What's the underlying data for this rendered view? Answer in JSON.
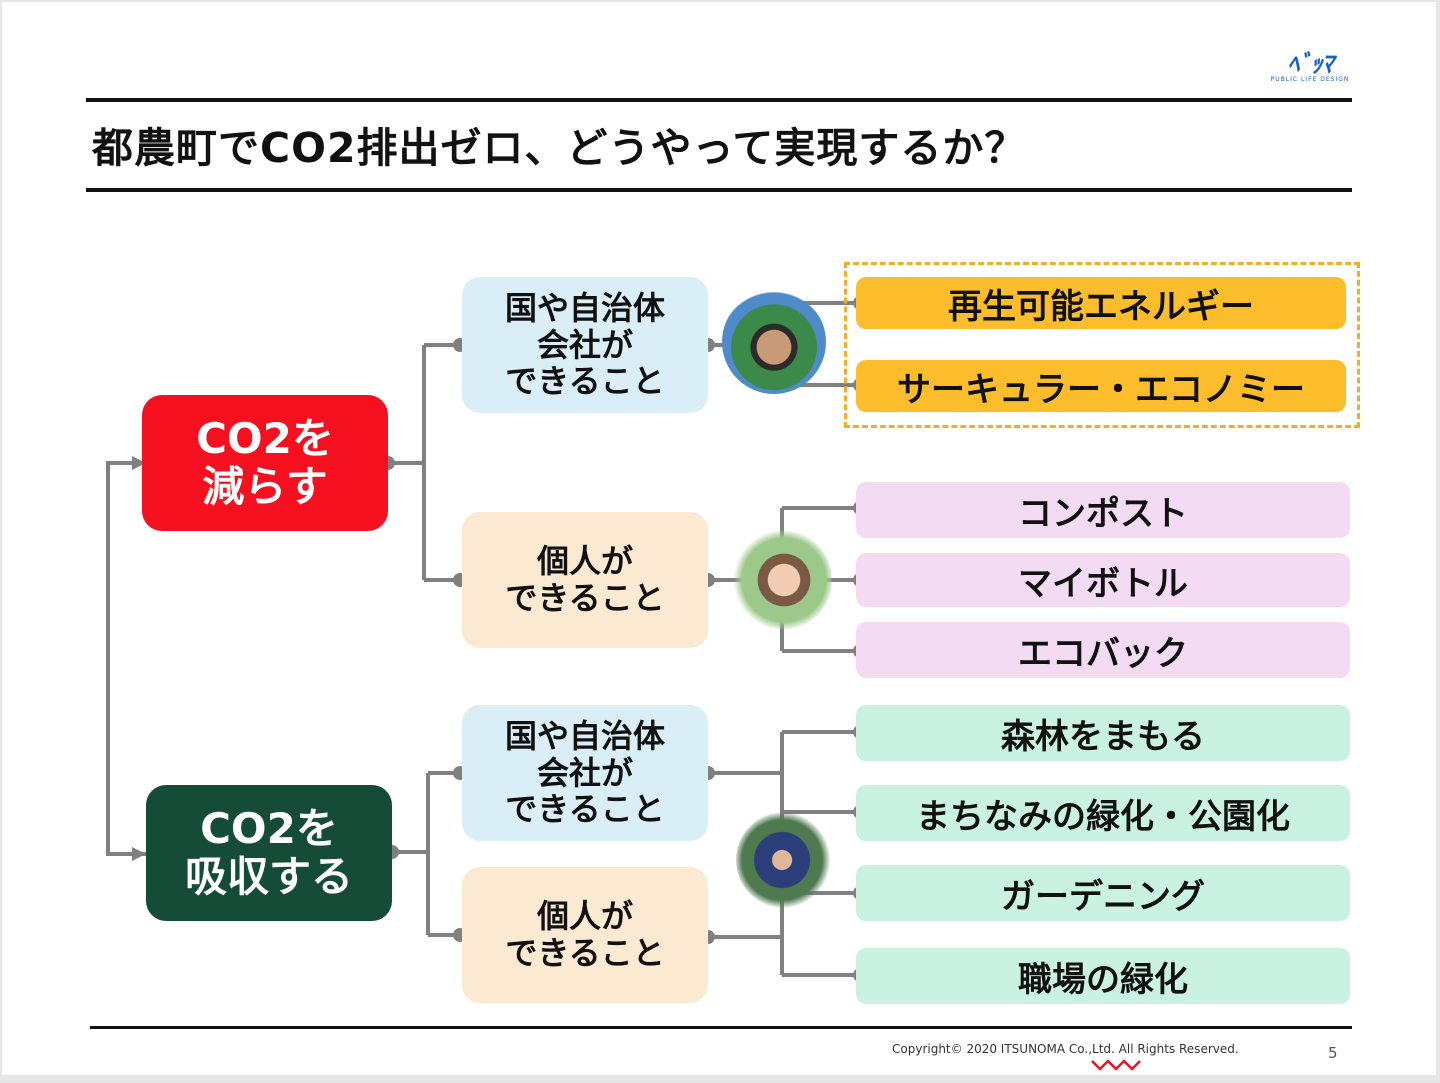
{
  "slide": {
    "title": "都農町でCO2排出ゼロ、どうやって実現するか？",
    "logo": {
      "mark": "ﾍﾞｯﾏ",
      "tagline": "PUBLIC LIFE DESIGN"
    },
    "footer": {
      "copyright": "Copyright© 2020 ITSUNOMA Co.,Ltd.  All Rights Reserved.",
      "page_number": "5"
    }
  },
  "diagram": {
    "roots": [
      {
        "label_line1": "CO2を",
        "label_line2": "減らす",
        "color": "#f4101e"
      },
      {
        "label_line1": "CO2を",
        "label_line2": "吸収する",
        "color": "#154c37"
      }
    ],
    "branches": [
      {
        "line1": "国や自治体",
        "line2": "会社が",
        "line3": "できること",
        "color": "#d9eef6"
      },
      {
        "line1": "個人が",
        "line2": "できること",
        "color": "#fce9d2"
      },
      {
        "line1": "国や自治体",
        "line2": "会社が",
        "line3": "できること",
        "color": "#d9eef6"
      },
      {
        "line1": "個人が",
        "line2": "できること",
        "color": "#fce9d2"
      }
    ],
    "leaves": {
      "reduce_org": [
        "再生可能エネルギー",
        "サーキュラー・エコノミー"
      ],
      "reduce_individual": [
        "コンポスト",
        "マイボトル",
        "エコバック"
      ],
      "absorb": [
        "森林をまもる",
        "まちなみの緑化・公園化",
        "ガーデニング",
        "職場の緑化"
      ]
    },
    "colors": {
      "yellow": "#fbbd2c",
      "pink": "#f3dcf3",
      "mint": "#c9f2e3",
      "connector": "#808080",
      "dashed_highlight": "#f2ad2a"
    }
  }
}
